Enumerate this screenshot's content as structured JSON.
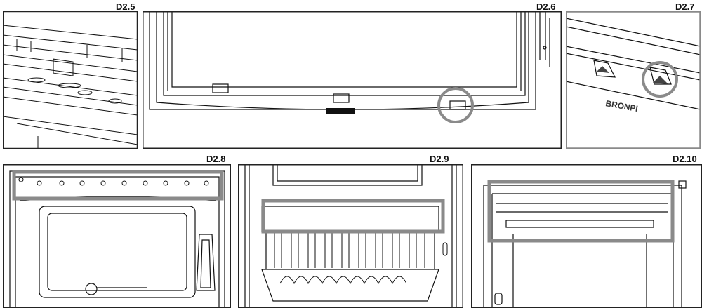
{
  "figures": [
    {
      "id": "fig-d2-5",
      "label": "D2.5"
    },
    {
      "id": "fig-d2-6",
      "label": "D2.6"
    },
    {
      "id": "fig-d2-7",
      "label": "D2.7"
    },
    {
      "id": "fig-d2-8",
      "label": "D2.8"
    },
    {
      "id": "fig-d2-9",
      "label": "D2.9"
    },
    {
      "id": "fig-d2-10",
      "label": "D2.10"
    }
  ],
  "brand_logo_text": "BRONPI",
  "colors": {
    "line": "#111111",
    "highlight": "#8a8a8a",
    "panel_border": "#222222"
  }
}
